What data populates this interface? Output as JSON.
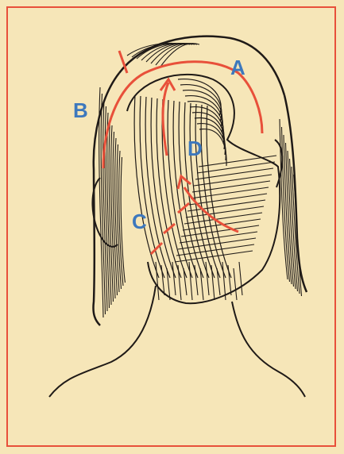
{
  "labels": {
    "a": "A",
    "b": "B",
    "c": "C",
    "d": "D"
  },
  "colors": {
    "background": "#f6e6b8",
    "ink": "#1f1a17",
    "guide": "#e8503a",
    "label": "#3d78bd"
  }
}
